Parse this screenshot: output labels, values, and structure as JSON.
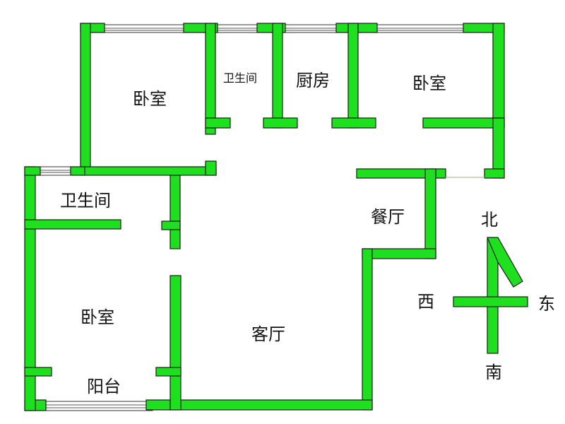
{
  "colors": {
    "wall": "#1fe01f",
    "outline": "#1a1a1a",
    "background": "#ffffff",
    "text": "#111111"
  },
  "rooms": {
    "bedroom_northwest": "卧室",
    "bathroom_north": "卫生间",
    "kitchen": "厨房",
    "bedroom_northeast": "卧室",
    "bathroom_west": "卫生间",
    "dining_room": "餐厅",
    "bedroom_southwest": "卧室",
    "living_room": "客厅",
    "balcony": "阳台"
  },
  "compass": {
    "north": "北",
    "south": "南",
    "east": "东",
    "west": "西"
  }
}
